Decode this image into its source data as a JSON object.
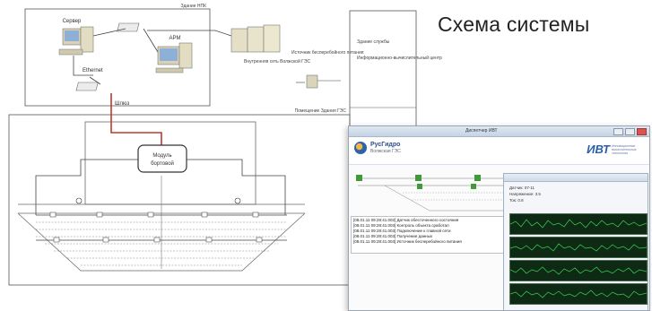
{
  "slide_title": "Схема системы",
  "diagram": {
    "office_zone_label": "Здание НПК",
    "server_label": "Сервер",
    "arm_label": "АРМ",
    "ethernet_label": "Ethernet",
    "shlyuz_label": "Шлюз",
    "plant_building_label": "Помещение Здания ГЭС",
    "internal_network_label": "Внутренняя сеть Волжской ГЭС",
    "ups_label": "Источник бесперебойного питания",
    "outer_zone_label": "Здание службы",
    "info_center_label": "Информационно-вычислительный центр",
    "module_label_line1": "Модуль",
    "module_label_line2": "бортовой"
  },
  "app_window": {
    "title": "Диспетчер ИВТ",
    "brand_name": "РусГидро",
    "brand_subtitle": "Волжская ГЭС",
    "ivt_logo": "ИВТ",
    "ivt_tagline": "Инновационные вычислительные технологии",
    "log_lines": [
      "[08.01.11 09:28:41.002] Датчик обесточенного состояния",
      "[08.01.11 09:28:41.003] Контроль объекта сработал",
      "[08.01.11 09:28:41.003] Подключение к главной сети",
      "[08.01.11 09:28:41.003] Получение данных",
      "[08.01.11 09:28:41.003] Источник бесперебойного питания"
    ],
    "panel_fields": [
      {
        "label": "Датчик",
        "value": "07-11"
      },
      {
        "label": "Напряжение",
        "value": "3.5"
      },
      {
        "label": "Ток",
        "value": "0.8"
      }
    ]
  },
  "colors": {
    "red_link": "#c0392b",
    "signal_bg": "#0f2a14",
    "signal_trace": "#39d353",
    "node_green": "#3f9a3a"
  }
}
